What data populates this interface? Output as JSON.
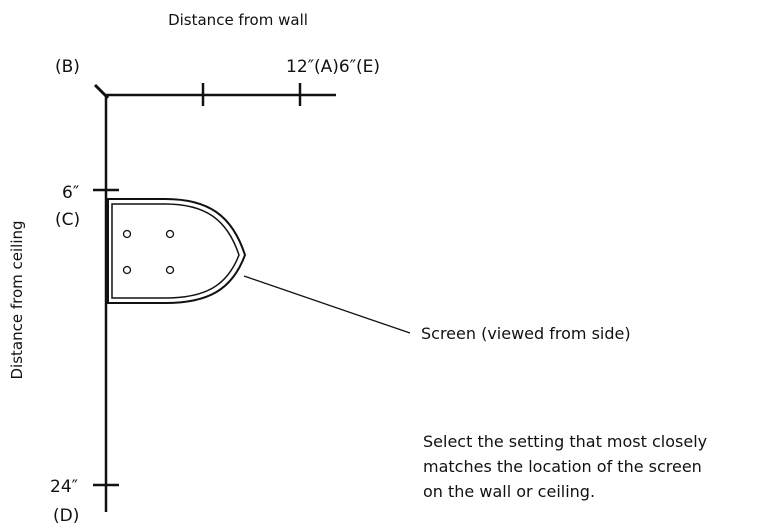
{
  "labels": {
    "title_wall": "Distance from wall",
    "title_ceiling": "Distance from ceiling",
    "origin": "(B)",
    "top_marks": "12″(A)6″(E)",
    "side_6": "6″",
    "side_c": "(C)",
    "side_24": "24″",
    "side_d": "(D)",
    "callout": "Screen (viewed from side)",
    "instruction": [
      "Select the setting that most closely",
      "matches the location of the screen",
      "on the wall or ceiling."
    ]
  },
  "colors": {
    "ink": "#111111",
    "background": "#ffffff"
  }
}
